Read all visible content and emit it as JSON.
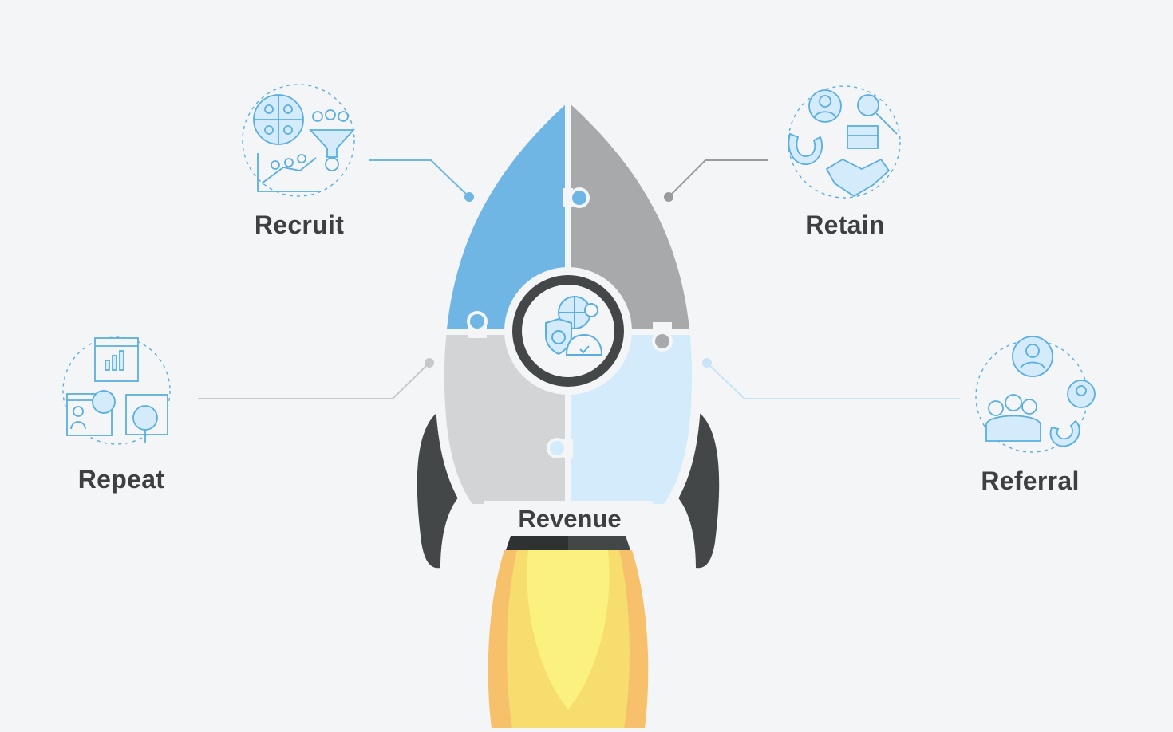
{
  "stages": {
    "recruit": {
      "label": "Recruit"
    },
    "retain": {
      "label": "Retain"
    },
    "repeat": {
      "label": "Repeat"
    },
    "referral": {
      "label": "Referral"
    }
  },
  "center": {
    "label": "Revenue"
  },
  "colors": {
    "background": "#f4f5f7",
    "recruit_piece": "#6fb6e4",
    "retain_piece": "#a8a9ab",
    "repeat_piece": "#d3d4d6",
    "referral_piece": "#d3ebfb",
    "fins": "#444748",
    "icon_stroke": "#5aaee0",
    "flame_outer": "#f7c16c",
    "flame_mid": "#f6dd6e",
    "flame_inner": "#faf17e",
    "text": "#3d3f40"
  }
}
